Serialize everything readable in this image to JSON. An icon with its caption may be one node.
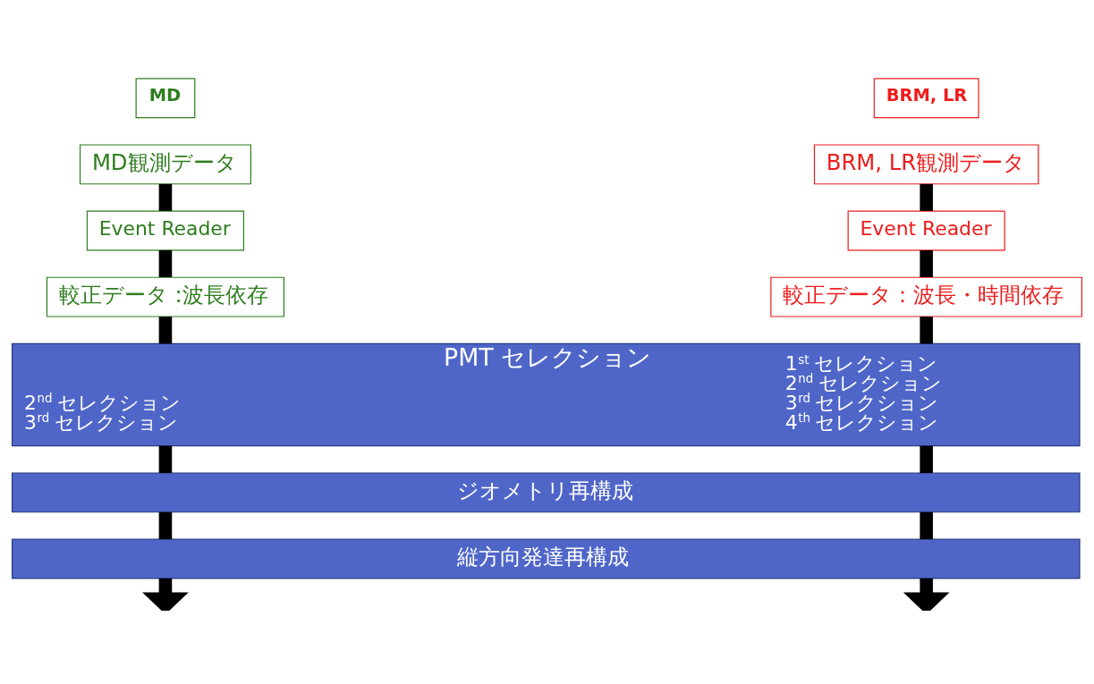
{
  "diagram": {
    "nodes": [
      {
        "text": [
          "MD"
        ]
      },
      {
        "text": [
          "BRM, LR"
        ]
      },
      {
        "text": [
          "MD観測データ"
        ]
      },
      {
        "text": [
          "BRM, LR観測データ"
        ]
      },
      {
        "text": [
          "Event Reader"
        ]
      },
      {
        "text": [
          "Event Reader"
        ]
      },
      {
        "text": [
          "較正データ :波長依存"
        ]
      },
      {
        "text": [
          "較正データ：波長・時間依存"
        ]
      },
      {
        "text": [
          "PMT セレクション",
          "2$^{nd}$ セレクション 3$^{rd}$ セレクション",
          "1$^{st}$ セレクション 2$^{nd}$ セレクション 3$^{rd}$ セレクション 4$^{th}$ セレクション"
        ]
      },
      {
        "text": [
          "ジオメトリ再構成"
        ]
      },
      {
        "text": [
          "縦方向発達再構成"
        ]
      }
    ],
    "edges": [
      {
        "from": 2,
        "to": 4,
        "arrow": "none"
      },
      {
        "from": 3,
        "to": 5,
        "arrow": "none"
      },
      {
        "from": 4,
        "to": 6,
        "arrow": "none"
      },
      {
        "from": 5,
        "to": 7,
        "arrow": "none"
      },
      {
        "from": 6,
        "to": 8,
        "arrow": "none"
      },
      {
        "from": 7,
        "to": 8,
        "arrow": "none"
      },
      {
        "from": 8,
        "to": 9,
        "arrow": "none"
      },
      {
        "from": 8,
        "to": 9,
        "arrow": "none"
      },
      {
        "from": 9,
        "to": 10,
        "arrow": "none"
      },
      {
        "from": 9,
        "to": 10,
        "arrow": "none"
      },
      {
        "from": 10,
        "to": null,
        "arrow": "to"
      },
      {
        "from": 10,
        "to": null,
        "arrow": "to"
      }
    ]
  }
}
